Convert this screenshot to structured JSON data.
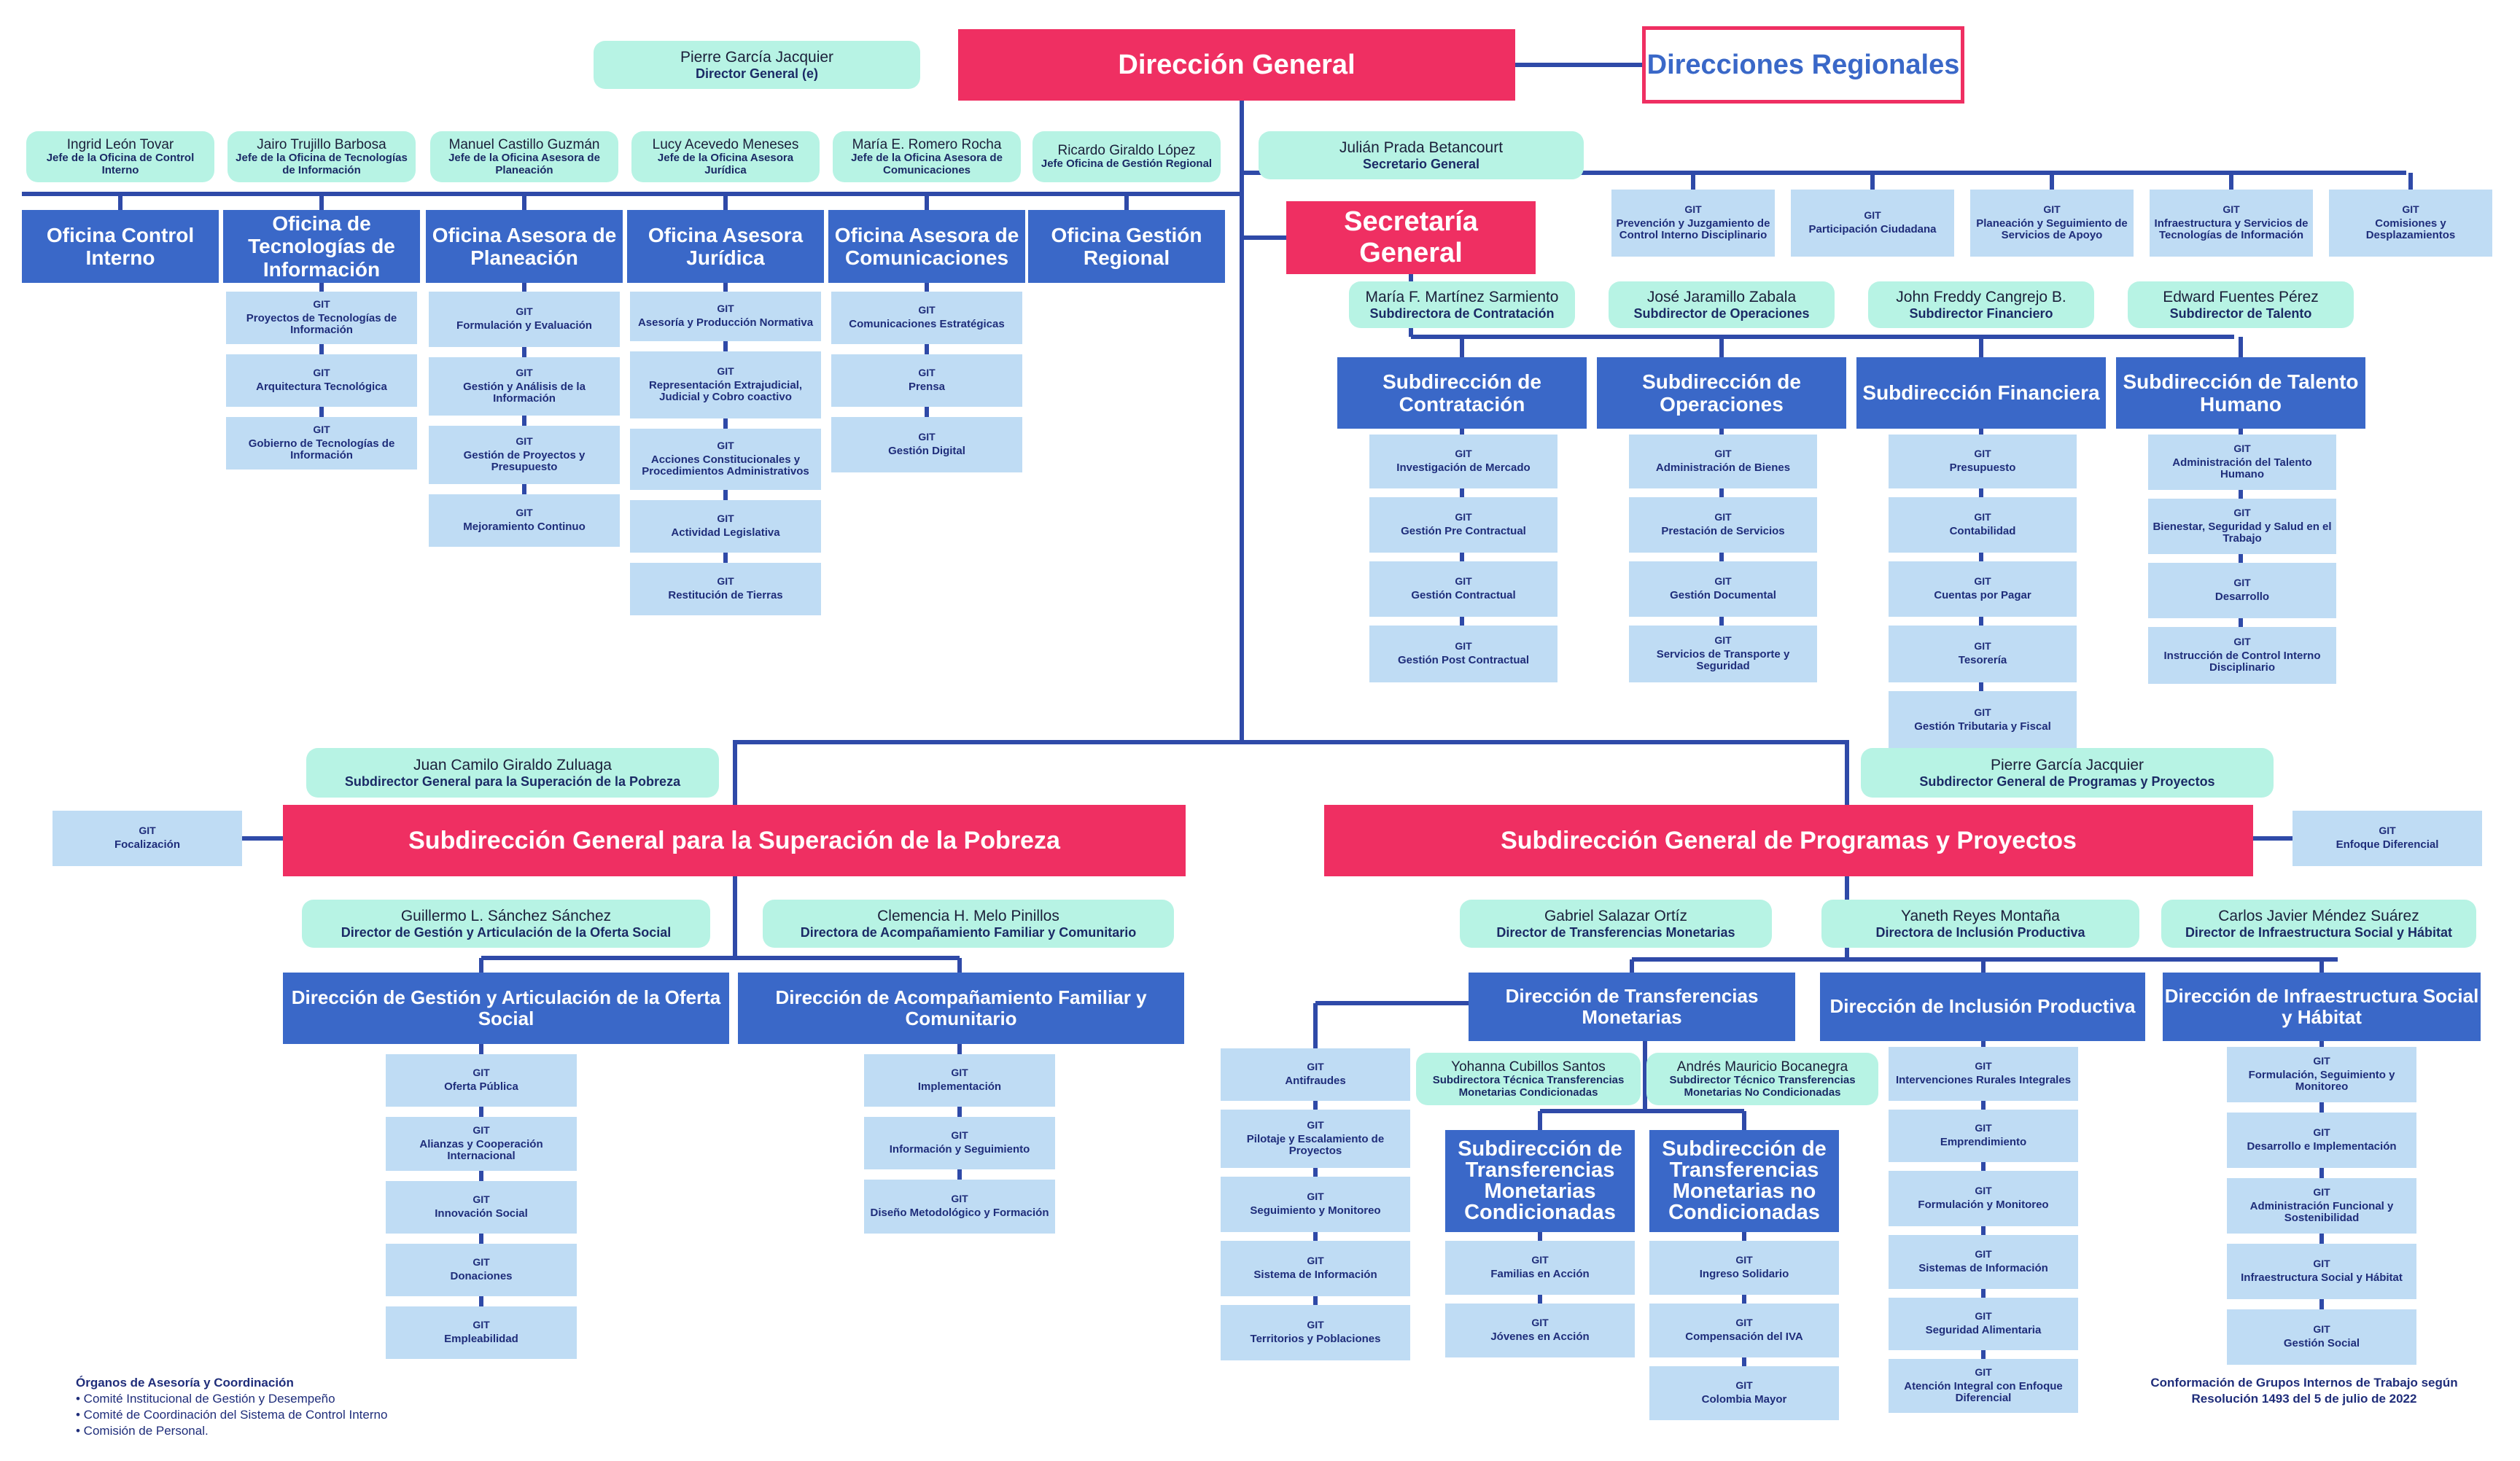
{
  "header": {
    "direccion_general": "Dirección General",
    "direcciones_regionales": "Direcciones Regionales",
    "director_name": "Pierre García Jacquier",
    "director_role": "Director General (e)",
    "secretaria": "Secretaría General",
    "secretario_name": "Julián Prada Betancourt",
    "secretario_role": "Secretario General"
  },
  "oficinas": [
    {
      "person": "Ingrid León Tovar",
      "role": "Jefe de la Oficina de Control Interno",
      "title": "Oficina Control Interno",
      "gits": []
    },
    {
      "person": "Jairo Trujillo Barbosa",
      "role": "Jefe de la Oficina de Tecnologías de Información",
      "title": "Oficina de Tecnologías de Información",
      "gits": [
        "Proyectos de Tecnologías de Información",
        "Arquitectura Tecnológica",
        "Gobierno de Tecnologías de Información"
      ]
    },
    {
      "person": "Manuel Castillo Guzmán",
      "role": "Jefe de la Oficina Asesora de Planeación",
      "title": "Oficina Asesora de Planeación",
      "gits": [
        "Formulación y Evaluación",
        "Gestión y Análisis de la Información",
        "Gestión de Proyectos y Presupuesto",
        "Mejoramiento Continuo"
      ]
    },
    {
      "person": "Lucy Acevedo Meneses",
      "role": "Jefe de la Oficina Asesora Jurídica",
      "title": "Oficina Asesora Jurídica",
      "gits": [
        "Asesoría y Producción Normativa",
        "Representación Extrajudicial, Judicial y Cobro coactivo",
        "Acciones Constitucionales y Procedimientos Administrativos",
        "Actividad Legislativa",
        "Restitución de Tierras"
      ]
    },
    {
      "person": "María E. Romero Rocha",
      "role": "Jefe de la Oficina Asesora de Comunicaciones",
      "title": "Oficina Asesora de Comunicaciones",
      "gits": [
        "Comunicaciones Estratégicas",
        "Prensa",
        "Gestión Digital"
      ]
    },
    {
      "person": "Ricardo Giraldo López",
      "role": "Jefe Oficina de Gestión Regional",
      "title": "Oficina Gestión Regional",
      "gits": []
    }
  ],
  "sg_gits": [
    "Prevención y Juzgamiento de Control Interno Disciplinario",
    "Participación Ciudadana",
    "Planeación y Seguimiento de Servicios de Apoyo",
    "Infraestructura y Servicios de Tecnologías de Información",
    "Comisiones y Desplazamientos"
  ],
  "sg_subs": [
    {
      "person": "María F. Martínez Sarmiento",
      "role": "Subdirectora de Contratación",
      "title": "Subdirección de Contratación",
      "gits": [
        "Investigación de Mercado",
        "Gestión Pre Contractual",
        "Gestión Contractual",
        "Gestión Post Contractual"
      ]
    },
    {
      "person": "José Jaramillo Zabala",
      "role": "Subdirector de Operaciones",
      "title": "Subdirección de Operaciones",
      "gits": [
        "Administración de Bienes",
        "Prestación de Servicios",
        "Gestión Documental",
        "Servicios de Transporte y Seguridad"
      ]
    },
    {
      "person": "John Freddy Cangrejo B.",
      "role": "Subdirector Financiero",
      "title": "Subdirección Financiera",
      "gits": [
        "Presupuesto",
        "Contabilidad",
        "Cuentas por Pagar",
        "Tesorería",
        "Gestión Tributaria y Fiscal"
      ]
    },
    {
      "person": "Edward Fuentes Pérez",
      "role": "Subdirector de Talento",
      "title": "Subdirección de Talento Humano",
      "gits": [
        "Administración del Talento Humano",
        "Bienestar, Seguridad y Salud en el Trabajo",
        "Desarrollo",
        "Instrucción de Control Interno Disciplinario"
      ]
    }
  ],
  "pobreza": {
    "title": "Subdirección General para la Superación de la Pobreza",
    "person": "Juan Camilo Giraldo Zuluaga",
    "role": "Subdirector General para la Superación de la Pobreza",
    "side_git": "Focalización",
    "dirs": [
      {
        "person": "Guillermo L. Sánchez Sánchez",
        "role": "Director de Gestión y Articulación de la Oferta Social",
        "title": "Dirección de Gestión y Articulación de la Oferta Social",
        "gits": [
          "Oferta Pública",
          "Alianzas y Cooperación Internacional",
          "Innovación Social",
          "Donaciones",
          "Empleabilidad"
        ]
      },
      {
        "person": "Clemencia H. Melo Pinillos",
        "role": "Directora de Acompañamiento Familiar y Comunitario",
        "title": "Dirección de Acompañamiento Familiar y Comunitario",
        "gits": [
          "Implementación",
          "Información y Seguimiento",
          "Diseño Metodológico y Formación"
        ]
      }
    ]
  },
  "programas": {
    "title": "Subdirección  General de Programas y Proyectos",
    "person": "Pierre García Jacquier",
    "role": "Subdirector General de Programas y Proyectos",
    "side_git": "Enfoque Diferencial",
    "dirs": [
      {
        "person": "Gabriel Salazar Ortíz",
        "role": "Director de Transferencias Monetarias",
        "title": "Dirección de Transferencias Monetarias",
        "gits": [
          "Antifraudes",
          "Pilotaje y Escalamiento de Proyectos",
          "Seguimiento y Monitoreo",
          "Sistema de Información",
          "Territorios y Poblaciones"
        ]
      },
      {
        "person": "Yaneth Reyes Montaña",
        "role": "Directora de Inclusión Productiva",
        "title": "Dirección de Inclusión Productiva",
        "gits": [
          "Intervenciones Rurales Integrales",
          "Emprendimiento",
          "Formulación y Monitoreo",
          "Sistemas de Información",
          "Seguridad Alimentaria",
          "Atención Integral con Enfoque Diferencial"
        ]
      },
      {
        "person": "Carlos Javier Méndez Suárez",
        "role": "Director de Infraestructura Social y Hábitat",
        "title": "Dirección de Infraestructura Social y Hábitat",
        "gits": [
          "Formulación, Seguimiento y Monitoreo",
          "Desarrollo e Implementación",
          "Administración Funcional y Sostenibilidad",
          "Infraestructura Social y Hábitat",
          "Gestión Social"
        ]
      }
    ],
    "tm_subs": [
      {
        "person": "Yohanna Cubillos Santos",
        "role": "Subdirectora Técnica Transferencias Monetarias Condicionadas",
        "title": "Subdirección de Transferencias Monetarias Condicionadas",
        "gits": [
          "Familias en Acción",
          "Jóvenes en Acción"
        ]
      },
      {
        "person": "Andrés Mauricio Bocanegra",
        "role": "Subdirector Técnico Transferencias Monetarias No Condicionadas",
        "title": "Subdirección de Transferencias Monetarias no Condicionadas",
        "gits": [
          "Ingreso Solidario",
          "Compensación del IVA",
          "Colombia Mayor"
        ]
      }
    ]
  },
  "git_label": "GIT",
  "footer": {
    "organos_title": "Órganos de Asesoría y Coordinación",
    "organos": [
      "• Comité Institucional de Gestión y Desempeño",
      "• Comité de Coordinación del Sistema de Control Interno",
      "• Comisión de Personal."
    ],
    "conformacion_1": "Conformación de Grupos Internos de Trabajo según",
    "conformacion_2": "Resolución 1493 del 5 de julio de 2022"
  },
  "colors": {
    "pink": "#ef2f62",
    "blue": "#3a68c8",
    "light": "#bfdcf4",
    "mint": "#b7f3e4",
    "line": "#2f4aa8"
  }
}
